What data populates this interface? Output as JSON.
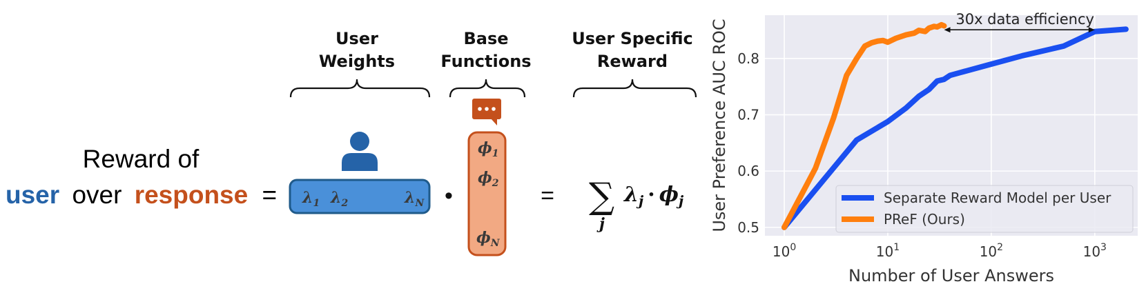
{
  "diagram": {
    "headers": {
      "user_weights": [
        "User",
        "Weights"
      ],
      "base_functions": [
        "Base",
        "Functions"
      ],
      "user_specific_reward": [
        "User Specific",
        "Reward"
      ]
    },
    "lhs": {
      "line1": "Reward of",
      "user": "user",
      "over": "over",
      "response": "response",
      "equals": "="
    },
    "weights_box": {
      "items": [
        {
          "sym": "λ",
          "sub": "1"
        },
        {
          "sym": "λ",
          "sub": "2"
        },
        {
          "sym": "λ",
          "sub": "N"
        }
      ]
    },
    "dot_operator": "•",
    "functions_box": {
      "items": [
        {
          "sym": "ϕ",
          "sub": "1"
        },
        {
          "sym": "ϕ",
          "sub": "2"
        },
        {
          "sym": "ϕ",
          "sub": "N"
        }
      ]
    },
    "equals2": "=",
    "sum_formula": {
      "sigma": "∑",
      "index": "j",
      "lambda": "λ",
      "lambda_sub": "j",
      "dot": "·",
      "phi": "ϕ",
      "phi_sub": "j"
    },
    "colors": {
      "user_blue": "#2563a8",
      "weights_fill": "#4a90d9",
      "weights_border": "#1f5a8a",
      "response_orange": "#c4501c",
      "functions_fill": "#f2a983",
      "functions_border": "#c4501c"
    },
    "icons": [
      "user-icon",
      "chat-bubble-icon"
    ]
  },
  "chart_data": {
    "type": "line",
    "xlabel": "Number of User Answers",
    "ylabel": "User Preference AUC ROC",
    "xscale": "log",
    "xlim": [
      0.65,
      2600
    ],
    "ylim": [
      0.485,
      0.877
    ],
    "xticks": [
      {
        "value": 1,
        "base": "10",
        "exp": "0"
      },
      {
        "value": 10,
        "base": "10",
        "exp": "1"
      },
      {
        "value": 100,
        "base": "10",
        "exp": "2"
      },
      {
        "value": 1000,
        "base": "10",
        "exp": "3"
      }
    ],
    "yticks": [
      0.5,
      0.6,
      0.7,
      0.8
    ],
    "grid": true,
    "legend_position": "lower-right",
    "series": [
      {
        "name": "Separate Reward Model per User",
        "color": "#1a4ff0",
        "x": [
          1,
          5,
          10,
          15,
          20,
          25,
          30,
          35,
          40,
          50,
          100,
          200,
          500,
          1000,
          2000
        ],
        "y": [
          0.5,
          0.655,
          0.688,
          0.712,
          0.733,
          0.745,
          0.76,
          0.763,
          0.77,
          0.775,
          0.79,
          0.805,
          0.822,
          0.848,
          0.852
        ]
      },
      {
        "name": "PReF (Ours)",
        "color": "#ff7f0e",
        "x": [
          1,
          2,
          3,
          4,
          5,
          6,
          7,
          8,
          9,
          10,
          12,
          15,
          18,
          20,
          23,
          25,
          28,
          30,
          33,
          35
        ],
        "y": [
          0.5,
          0.605,
          0.695,
          0.77,
          0.8,
          0.822,
          0.828,
          0.831,
          0.832,
          0.829,
          0.836,
          0.842,
          0.845,
          0.85,
          0.848,
          0.854,
          0.857,
          0.856,
          0.86,
          0.858
        ]
      }
    ],
    "annotation": {
      "text": "30x data efficiency",
      "arrow_from_x": 35,
      "arrow_to_x": 1000,
      "arrow_y": 0.851
    }
  }
}
